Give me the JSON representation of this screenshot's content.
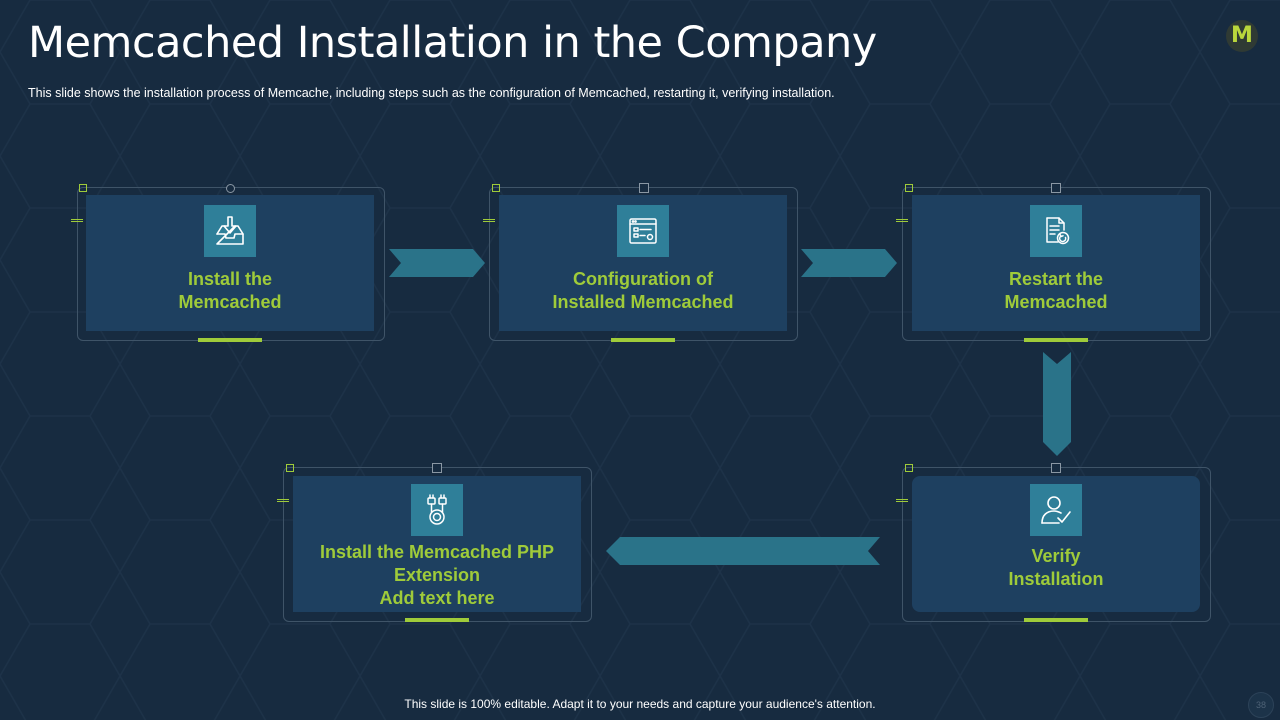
{
  "slide": {
    "title": "Memcached Installation in the Company",
    "subtitle": "This slide shows the installation process of Memcache, including steps such as the configuration  of Memcached,  restarting it, verifying  installation.",
    "footer": "This slide is 100% editable. Adapt it to your needs and capture your audience's attention.",
    "page_number": "38",
    "logo_letter": "M"
  },
  "colors": {
    "background": "#172b40",
    "card": "#1e4060",
    "icon_box": "#2f7f99",
    "accent_green": "#9fcb3a",
    "arrow": "#2a7389",
    "frame_border": "#3f5468"
  },
  "steps": [
    {
      "label": "Install the\nMemcached",
      "icon": "download-tray-icon"
    },
    {
      "label": "Configuration of\nInstalled Memcached",
      "icon": "settings-panel-icon"
    },
    {
      "label": "Restart the\nMemcached",
      "icon": "document-refresh-icon"
    },
    {
      "label": "Verify\nInstallation",
      "icon": "user-check-icon"
    },
    {
      "label": "Install the Memcached PHP\nExtension\nAdd text here",
      "icon": "plug-cable-icon"
    }
  ]
}
